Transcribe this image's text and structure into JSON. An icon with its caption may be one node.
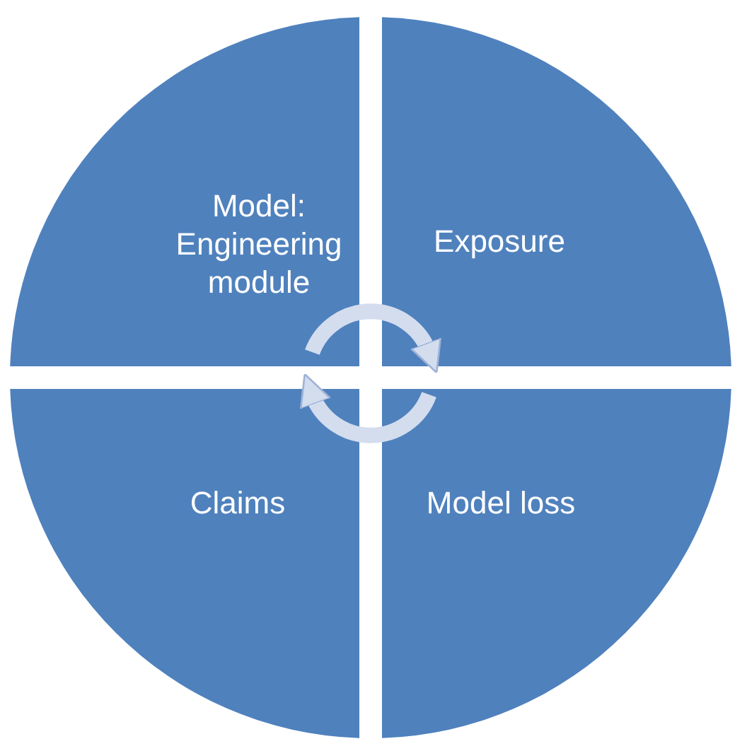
{
  "diagram": {
    "nodes": [
      {
        "text": [
          "Model: Engineering module"
        ]
      },
      {
        "text": [
          "Exposure"
        ]
      },
      {
        "text": [
          "Claims"
        ]
      },
      {
        "text": [
          "Model loss"
        ]
      }
    ],
    "edges": [
      {
        "from": 0,
        "to": 1,
        "arrow": "to"
      },
      {
        "from": 3,
        "to": 2,
        "arrow": "to"
      }
    ]
  }
}
